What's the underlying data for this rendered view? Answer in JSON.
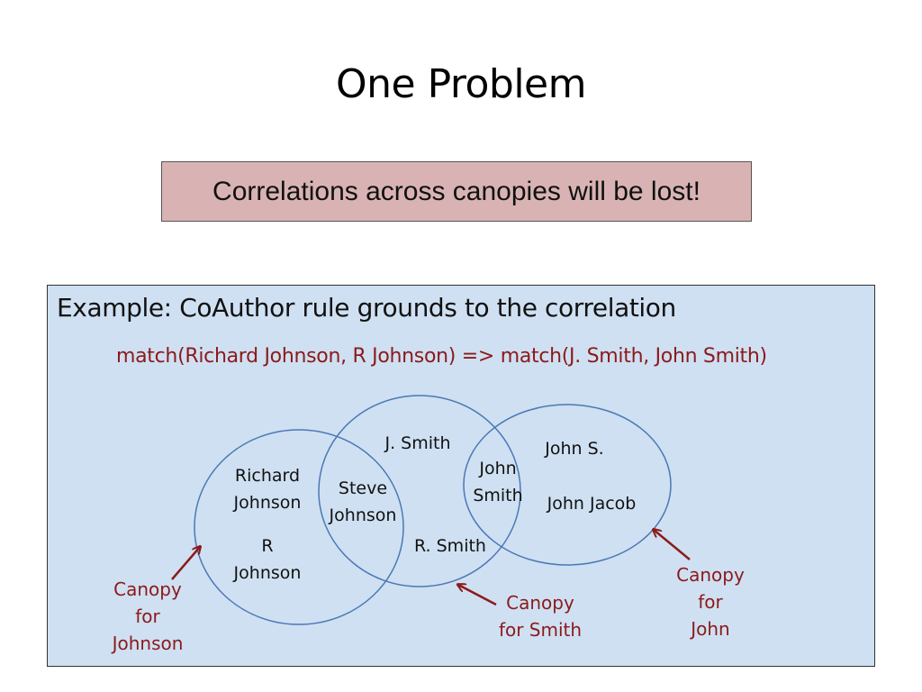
{
  "slide": {
    "title": "One Problem",
    "callout": "Correlations across canopies will be lost!"
  },
  "example": {
    "heading": "Example: CoAuthor rule grounds to the correlation",
    "rule": "match(Richard Johnson, R Johnson) =>  match(J. Smith, John Smith)"
  },
  "diagram": {
    "nodes": {
      "j_smith": "J. Smith",
      "richard_johnson": "Richard\nJohnson",
      "steve_johnson": "Steve\nJohnson",
      "john_smith": "John\nSmith",
      "john_s": "John S.",
      "john_jacob": "John Jacob",
      "r_johnson": "R\nJohnson",
      "r_smith": "R. Smith"
    },
    "canopies": {
      "johnson": "Canopy\nfor\nJohnson",
      "smith": "Canopy\nfor Smith",
      "john": "Canopy\nfor\nJohn"
    },
    "colors": {
      "circle_stroke": "#4a78b5",
      "arrow": "#8b1a1a",
      "panel_fill": "#cfe0f2",
      "callout_fill": "#d9b3b3"
    }
  }
}
